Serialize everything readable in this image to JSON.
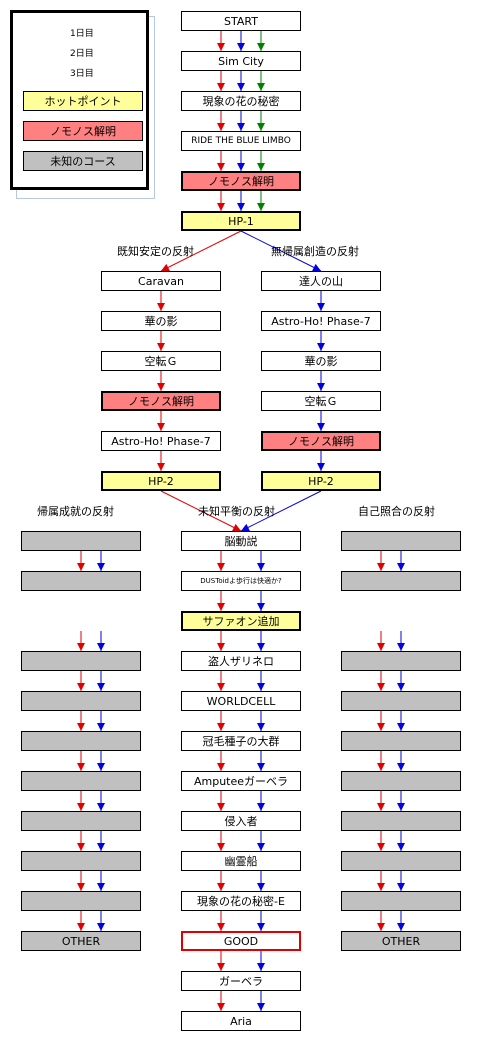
{
  "colors": {
    "day1": "#e00000",
    "day2": "#0000e0",
    "day3": "#008000",
    "hotpoint": "#ffff99",
    "nomonos": "#ff8080",
    "unknown": "#c0c0c0"
  },
  "legend": {
    "day1": "1日目",
    "day2": "2日目",
    "day3": "3日目",
    "hotpoint": "ホットポイント",
    "nomonos": "ノモノス解明",
    "unknown": "未知のコース"
  },
  "main": {
    "start": "START",
    "simcity": "Sim City",
    "hana": "現象の花の秘密",
    "limbo": "RIDE THE BLUE LIMBO",
    "nomonos": "ノモノス解明",
    "hp1": "HP-1"
  },
  "branch_labels": {
    "left": "既知安定の反射",
    "right": "無帰属創造の反射"
  },
  "left_branch": [
    "Caravan",
    "華の影",
    "空転Ｇ",
    "ノモノス解明",
    "Astro-Ho! Phase-7",
    "HP-2"
  ],
  "right_branch": [
    "達人の山",
    "Astro-Ho! Phase-7",
    "華の影",
    "空転Ｇ",
    "ノモノス解明",
    "HP-2"
  ],
  "lower_labels": {
    "left": "帰属成就の反射",
    "center": "未知平衡の反射",
    "right": "自己照合の反射"
  },
  "center_course": [
    "脳動説",
    "DUSToidよ歩行は快適か?",
    "サファオン追加",
    "盗人ザリネロ",
    "WORLDCELL",
    "冠毛種子の大群",
    "Amputeeガーベラ",
    "侵入者",
    "幽霊船",
    "現象の花の秘密-E",
    "GOOD",
    "ガーベラ",
    "Aria"
  ],
  "side_course": {
    "other": "OTHER"
  }
}
